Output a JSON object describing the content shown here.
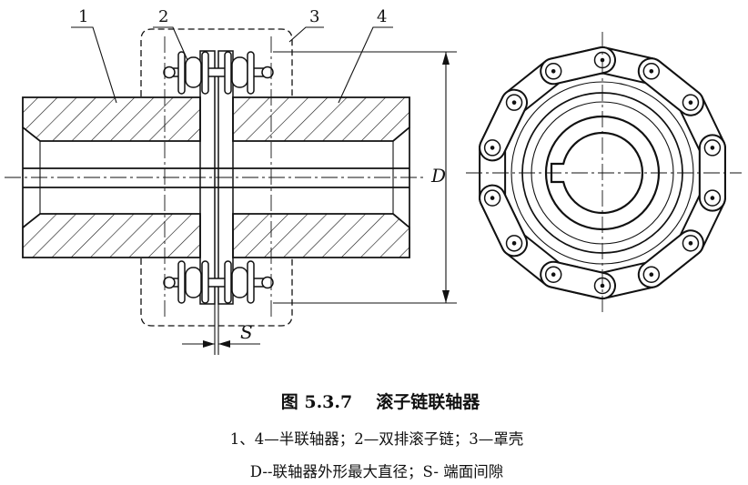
{
  "labels": {
    "part_1": "1",
    "part_2": "2",
    "part_3": "3",
    "part_4": "4",
    "dim_d": "D",
    "dim_s": "S"
  },
  "caption": {
    "figure_number": "图 5.3.7",
    "figure_title": "滚子链联轴器",
    "parts_legend": "1、4—半联轴器；2—双排滚子链；3—罩壳",
    "dimension_legend": "D--联轴器外形最大直径；S- 端面间隙"
  }
}
